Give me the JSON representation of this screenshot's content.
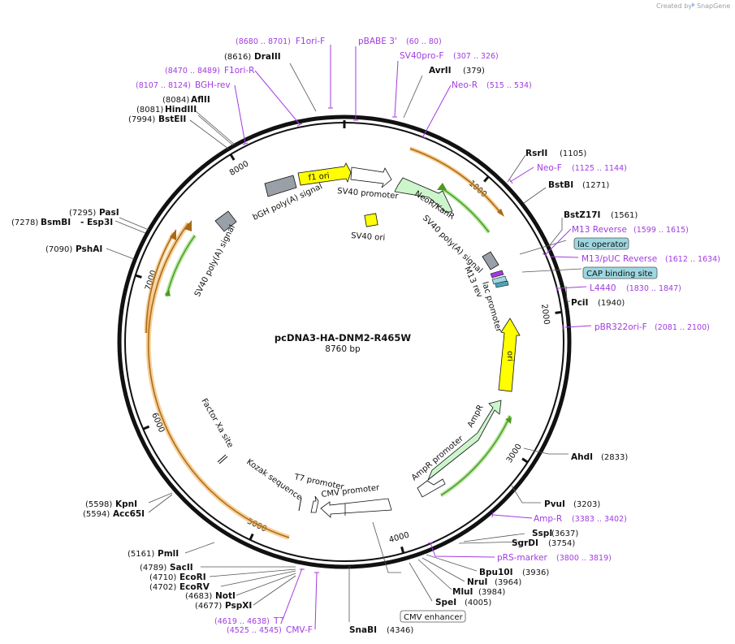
{
  "credit": {
    "prefix": "Created by",
    "brand": "SnapGene"
  },
  "plasmid": {
    "name": "pcDNA3-HA-DNM2-R465W",
    "length_label": "8760 bp",
    "length": 8760
  },
  "ticks": [
    {
      "pos": 1000,
      "label": "1000"
    },
    {
      "pos": 2000,
      "label": "2000"
    },
    {
      "pos": 3000,
      "label": "3000"
    },
    {
      "pos": 4000,
      "label": "4000"
    },
    {
      "pos": 5000,
      "label": "5000"
    },
    {
      "pos": 6000,
      "label": "6000"
    },
    {
      "pos": 7000,
      "label": "7000"
    },
    {
      "pos": 8000,
      "label": "8000"
    }
  ],
  "sites": [
    {
      "name": "DraIII",
      "pos_text": "(8616)",
      "bp": 8616,
      "side": "left"
    },
    {
      "name": "AvrII",
      "pos_text": "(379)",
      "bp": 379,
      "side": "right"
    },
    {
      "name": "AflII",
      "pos_text": "(8084)",
      "bp": 8084,
      "side": "left"
    },
    {
      "name": "HindIII",
      "pos_text": "(8081)",
      "bp": 8081,
      "side": "left"
    },
    {
      "name": "BstEII",
      "pos_text": "(7994)",
      "bp": 7994,
      "side": "left"
    },
    {
      "name": "RsrII",
      "pos_text": "(1105)",
      "bp": 1105,
      "side": "right"
    },
    {
      "name": "BstBI",
      "pos_text": "(1271)",
      "bp": 1271,
      "side": "right"
    },
    {
      "name": "BstZ17I",
      "pos_text": "(1561)",
      "bp": 1561,
      "side": "right"
    },
    {
      "name": "PciI",
      "pos_text": "(1940)",
      "bp": 1940,
      "side": "right"
    },
    {
      "name": "PasI",
      "pos_text": "(7295)",
      "bp": 7295,
      "side": "left"
    },
    {
      "name": "BsmBI",
      "pos_text": "(7278)",
      "bp": 7278,
      "side": "left"
    },
    {
      "name": "- Esp3I",
      "pos_text": "",
      "bp": 7278,
      "side": "left"
    },
    {
      "name": "PshAI",
      "pos_text": "(7090)",
      "bp": 7090,
      "side": "left"
    },
    {
      "name": "AhdI",
      "pos_text": "(2833)",
      "bp": 2833,
      "side": "right"
    },
    {
      "name": "PvuI",
      "pos_text": "(3203)",
      "bp": 3203,
      "side": "right"
    },
    {
      "name": "SspI",
      "pos_text": "(3637)",
      "bp": 3637,
      "side": "right"
    },
    {
      "name": "SgrDI",
      "pos_text": "(3754)",
      "bp": 3754,
      "side": "right"
    },
    {
      "name": "Bpu10I",
      "pos_text": "(3936)",
      "bp": 3936,
      "side": "right"
    },
    {
      "name": "NruI",
      "pos_text": "(3964)",
      "bp": 3964,
      "side": "right"
    },
    {
      "name": "MluI",
      "pos_text": "(3984)",
      "bp": 3984,
      "side": "right"
    },
    {
      "name": "SpeI",
      "pos_text": "(4005)",
      "bp": 4005,
      "side": "right"
    },
    {
      "name": "SnaBI",
      "pos_text": "(4346)",
      "bp": 4346,
      "side": "right"
    },
    {
      "name": "KpnI",
      "pos_text": "(5598)",
      "bp": 5598,
      "side": "left"
    },
    {
      "name": "Acc65I",
      "pos_text": "(5594)",
      "bp": 5594,
      "side": "left"
    },
    {
      "name": "PmlI",
      "pos_text": "(5161)",
      "bp": 5161,
      "side": "left"
    },
    {
      "name": "SacII",
      "pos_text": "(4789)",
      "bp": 4789,
      "side": "left"
    },
    {
      "name": "EcoRI",
      "pos_text": "(4710)",
      "bp": 4710,
      "side": "left"
    },
    {
      "name": "EcoRV",
      "pos_text": "(4702)",
      "bp": 4702,
      "side": "left"
    },
    {
      "name": "NotI",
      "pos_text": "(4683)",
      "bp": 4683,
      "side": "left"
    },
    {
      "name": "PspXI",
      "pos_text": "(4677)",
      "bp": 4677,
      "side": "left"
    }
  ],
  "primers": [
    {
      "name": "F1ori-F",
      "range": "(8680 .. 8701)"
    },
    {
      "name": "pBABE 3'",
      "range": "(60 .. 80)"
    },
    {
      "name": "SV40pro-F",
      "range": "(307 .. 326)"
    },
    {
      "name": "F1ori-R",
      "range": "(8470 .. 8489)"
    },
    {
      "name": "BGH-rev",
      "range": "(8107 .. 8124)"
    },
    {
      "name": "Neo-R",
      "range": "(515 .. 534)"
    },
    {
      "name": "Neo-F",
      "range": "(1125 .. 1144)"
    },
    {
      "name": "M13 Reverse",
      "range": "(1599 .. 1615)"
    },
    {
      "name": "M13/pUC Reverse",
      "range": "(1612 .. 1634)"
    },
    {
      "name": "L4440",
      "range": "(1830 .. 1847)"
    },
    {
      "name": "pBR322ori-F",
      "range": "(2081 .. 2100)"
    },
    {
      "name": "Amp-R",
      "range": "(3383 .. 3402)"
    },
    {
      "name": "pRS-marker",
      "range": "(3800 .. 3819)"
    },
    {
      "name": "T7",
      "range": "(4619 .. 4638)"
    },
    {
      "name": "CMV-F",
      "range": "(4525 .. 4545)"
    }
  ],
  "boxed_features": [
    {
      "name": "lac operator"
    },
    {
      "name": "CAP binding site"
    },
    {
      "name": "CMV enhancer"
    }
  ],
  "inner_features": {
    "f1_ori": "f1 ori",
    "sv40_promoter": "SV40 promoter",
    "neo": "NeoR/KanR",
    "bgh_polya": "bGH poly(A) signal",
    "sv40_ori": "SV40 ori",
    "sv40_polya_right": "SV40 poly(A) signal",
    "m13_rev": "M13 rev",
    "lac_promoter": "lac promoter",
    "sv40_polya_left": "SV40 poly(A) signal",
    "ori": "ori",
    "ampr": "AmpR",
    "ampr_promoter": "AmpR promoter",
    "factor_xa": "Factor Xa site",
    "kozak": "Kozak sequence",
    "t7_promoter": "T7 promoter",
    "cmv_promoter": "CMV promoter"
  },
  "colors": {
    "ring": "#111111",
    "primer": "#a13be0",
    "orf_fill": "#f0a742",
    "orf_stroke": "#a86a16",
    "translation": "#4c9a1f",
    "f1ori": "#ffff00",
    "neo": "#ccf5cc",
    "polya": "#9aa0a8",
    "ori": "#ffff00",
    "boxed_fill": "#9dd7e0"
  }
}
